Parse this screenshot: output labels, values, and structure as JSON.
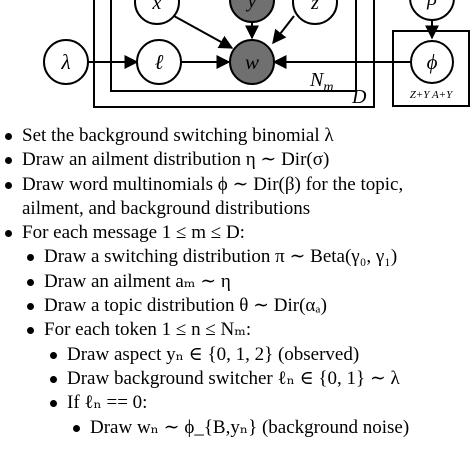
{
  "diagram": {
    "nodes": {
      "x": "x",
      "y": "y",
      "z": "z",
      "beta": "β",
      "lambda": "λ",
      "ell": "ℓ",
      "w": "w",
      "phi": "ϕ"
    },
    "plates": {
      "Nm": "N",
      "Nm_sub": "m",
      "D": "D",
      "topics": "Z+Y A+Y"
    }
  },
  "list": [
    {
      "level": 1,
      "text": "Set the background switching binomial λ"
    },
    {
      "level": 1,
      "text": "Draw an ailment distribution η ∼ Dir(σ)"
    },
    {
      "level": 1,
      "text": "Draw word multinomials ϕ ∼ Dir(β) for the topic,"
    },
    {
      "level": 0,
      "text": "ailment, and background distributions"
    },
    {
      "level": 1,
      "text": "For each message 1 ≤ m ≤ D:"
    },
    {
      "level": 2,
      "text": "Draw a switching distribution π ∼ Beta(γ₀, γ₁)"
    },
    {
      "level": 2,
      "text": "Draw an ailment aₘ ∼ η"
    },
    {
      "level": 2,
      "text": "Draw a topic distribution θ ∼ Dir(αₐ)"
    },
    {
      "level": 2,
      "text": "For each token 1 ≤ n ≤ Nₘ:"
    },
    {
      "level": 3,
      "text": "Draw aspect yₙ ∈ {0, 1, 2} (observed)"
    },
    {
      "level": 3,
      "text": "Draw background switcher ℓₙ ∈ {0, 1} ∼ λ"
    },
    {
      "level": 3,
      "text": "If ℓₙ == 0:"
    },
    {
      "level": 4,
      "text": "Draw wₙ ∼ ϕ_{B,yₙ} (background noise)"
    }
  ]
}
